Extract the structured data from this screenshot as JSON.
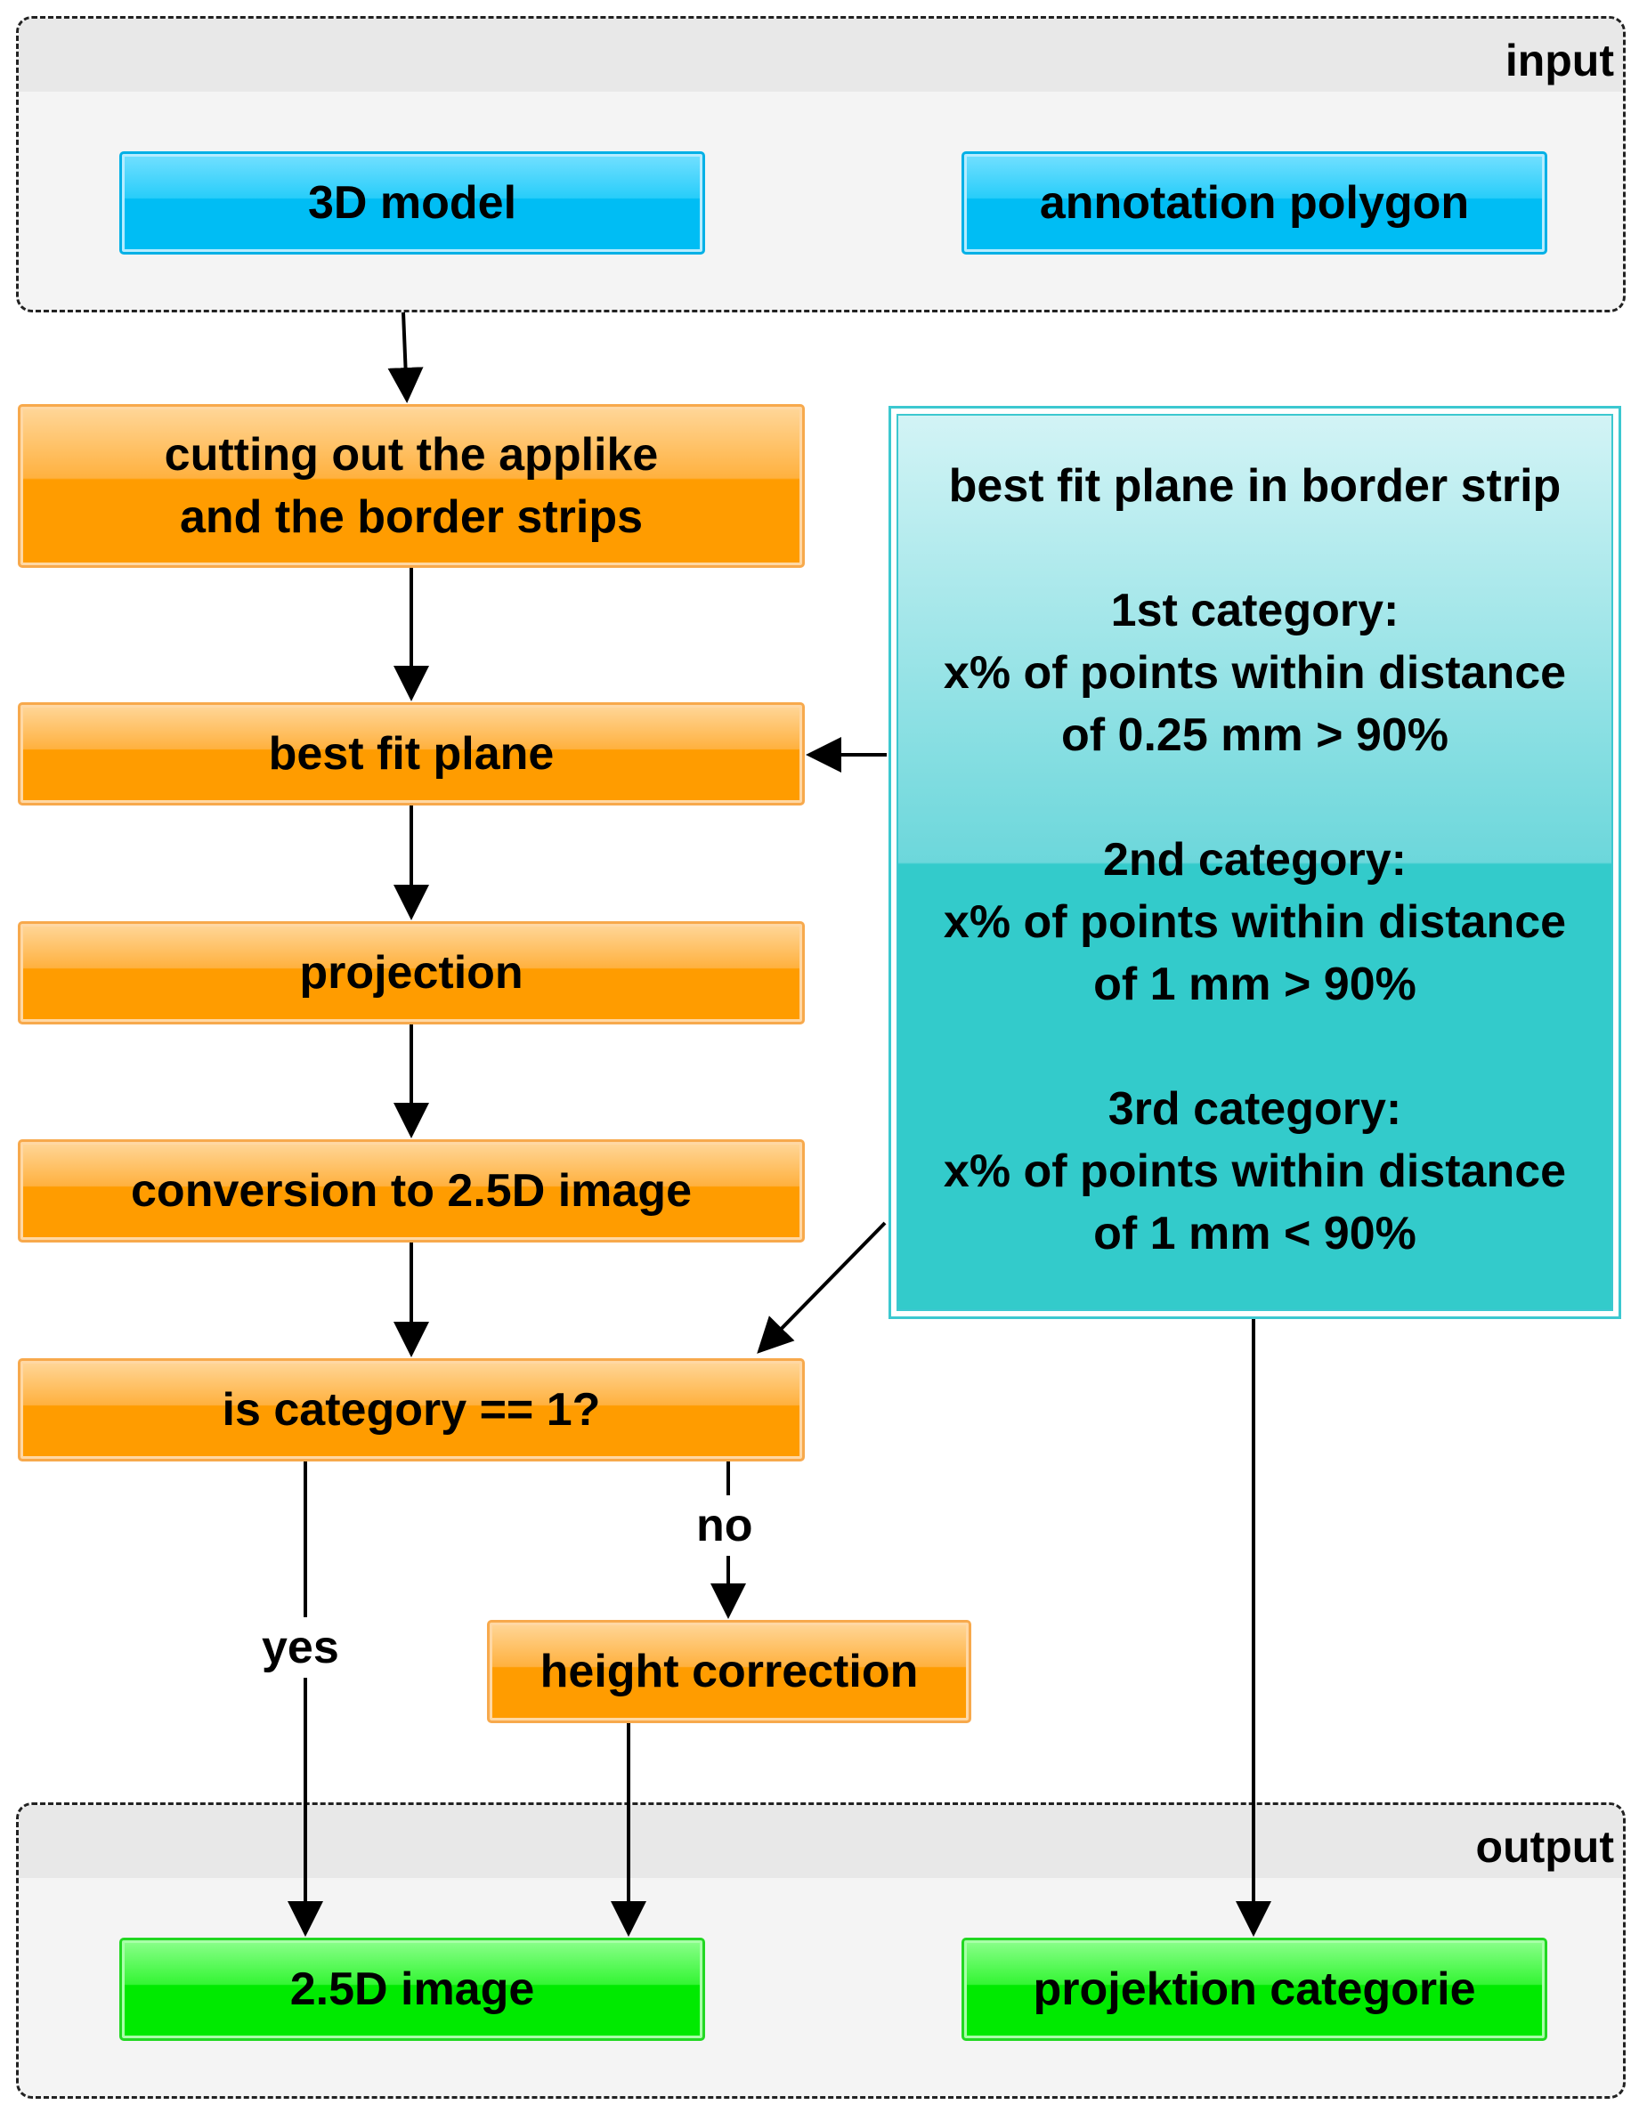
{
  "input": {
    "title": "input",
    "model": "3D model",
    "polygon": "annotation polygon"
  },
  "steps": {
    "cutting_line1": "cutting out the applike",
    "cutting_line2": "and the border strips",
    "best_fit": "best fit plane",
    "projection": "projection",
    "conversion": "conversion to 2.5D image",
    "decision": "is category == 1?",
    "height_correction": "height correction"
  },
  "criteria": {
    "title": "best fit plane in border strip",
    "cat1_title": "1st category:",
    "cat1_line1": "x% of points within distance",
    "cat1_line2": "of 0.25 mm > 90%",
    "cat2_title": "2nd category:",
    "cat2_line1": "x% of points within distance",
    "cat2_line2": "of 1 mm > 90%",
    "cat3_title": "3rd category:",
    "cat3_line1": "x% of points within distance",
    "cat3_line2": "of 1 mm < 90%"
  },
  "edges": {
    "yes": "yes",
    "no": "no"
  },
  "output": {
    "title": "output",
    "image": "2.5D image",
    "category": "projektion categorie"
  }
}
